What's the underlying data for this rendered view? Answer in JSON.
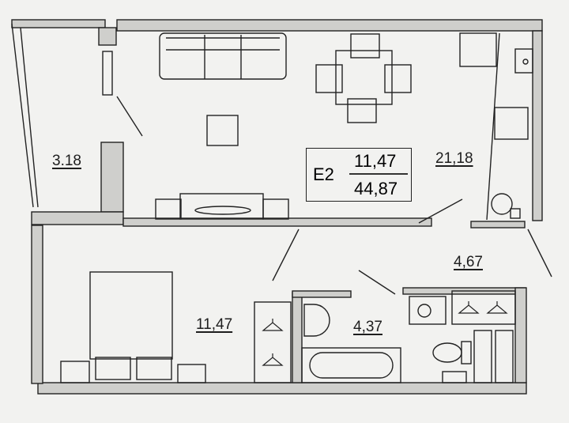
{
  "plan": {
    "type": "apartment-floor-plan",
    "unit_code": "E2",
    "living_area": "11,47",
    "total_area": "44,87",
    "colors": {
      "background": "#f2f2f0",
      "wall_fill": "#cfcfcc",
      "line": "#222222"
    },
    "rooms": [
      {
        "id": "balcony",
        "area": "3.18"
      },
      {
        "id": "kitchen-living",
        "area": "21,18"
      },
      {
        "id": "bedroom",
        "area": "11,47"
      },
      {
        "id": "bathroom",
        "area": "4,37"
      },
      {
        "id": "hallway",
        "area": "4,67"
      }
    ],
    "furniture": [
      "sofa",
      "dining-table-4-chairs",
      "coffee-table",
      "tv-stand",
      "kitchen-counter",
      "stove",
      "kitchen-sink",
      "boiler",
      "double-bed",
      "nightstands",
      "wardrobe",
      "bathtub",
      "washbasin",
      "washing-machine",
      "toilet",
      "hallway-wardrobe"
    ]
  }
}
